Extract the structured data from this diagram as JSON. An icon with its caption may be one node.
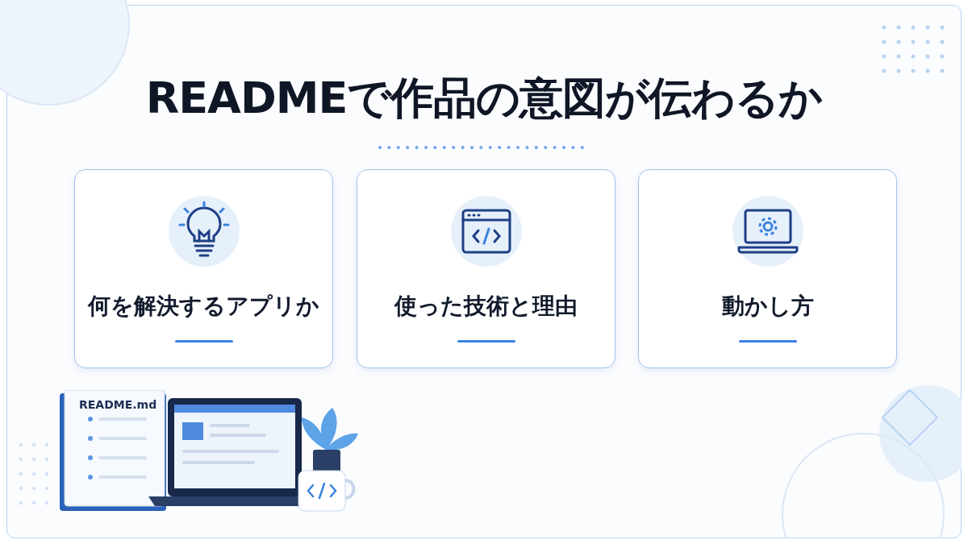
{
  "diagram": {
    "title": "READMEで作品の意図が伝わるか",
    "nodes": [
      {
        "text": [
          "何を解決するアプリか"
        ]
      },
      {
        "text": [
          "使った技術と理由"
        ]
      },
      {
        "text": [
          "動かし方"
        ]
      }
    ],
    "labels": [
      "README.md"
    ]
  }
}
